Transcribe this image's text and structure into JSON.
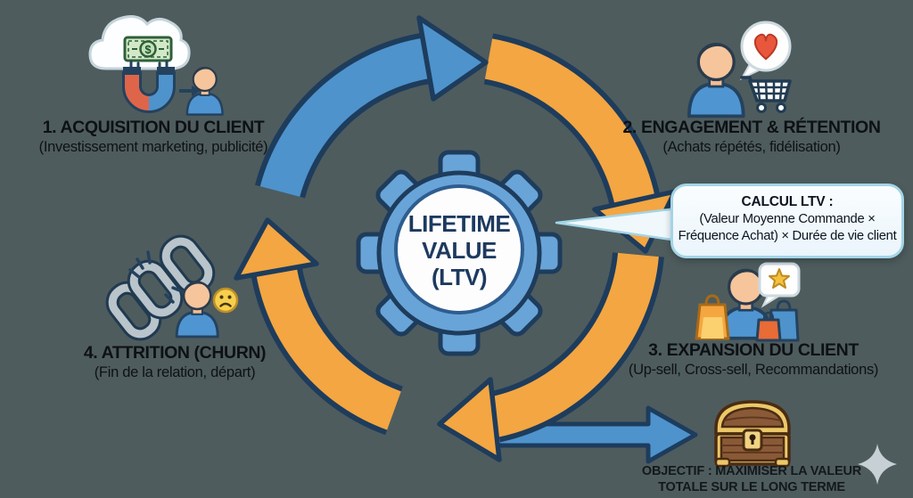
{
  "colors": {
    "background": "#4e5c5e",
    "arrow_blue": "#4e93cc",
    "arrow_orange": "#f3a642",
    "outline_navy": "#1e3c5c",
    "gear_blue": "#69a4d8",
    "gear_text": "#1d3a5f",
    "heading_text": "#0e1114",
    "callout_bg": "#f5fbfe",
    "callout_border": "#a3d4e6"
  },
  "center_gear": {
    "line1": "LIFETIME",
    "line2": "VALUE",
    "line3": "(LTV)"
  },
  "stages": [
    {
      "title": "1. ACQUISITION DU CLIENT",
      "subtitle": "(Investissement marketing, publicité)",
      "icon": "cloud-money-magnet-person"
    },
    {
      "title": "2. ENGAGEMENT & RÉTENTION",
      "subtitle": "(Achats répétés, fidélisation)",
      "icon": "person-heart-bubble-cart"
    },
    {
      "title": "3. EXPANSION DU CLIENT",
      "subtitle": "(Up-sell, Cross-sell, Recommandations)",
      "icon": "person-shopping-bags-star-bubble"
    },
    {
      "title": "4. ATTRITION (CHURN)",
      "subtitle": "(Fin de la relation, départ)",
      "icon": "broken-chain-sad-person"
    }
  ],
  "callout": {
    "title": "CALCUL LTV :",
    "line1": "(Valeur Moyenne Commande ×",
    "line2": "Fréquence Achat) × Durée de vie client"
  },
  "objective": {
    "line1": "OBJECTIF : MAXIMISER LA VALEUR",
    "line2": "TOTALE SUR LE LONG TERME",
    "icon": "treasure-chest"
  },
  "icons": {
    "banknote_symbol": "$",
    "decoration": "sparkle"
  }
}
